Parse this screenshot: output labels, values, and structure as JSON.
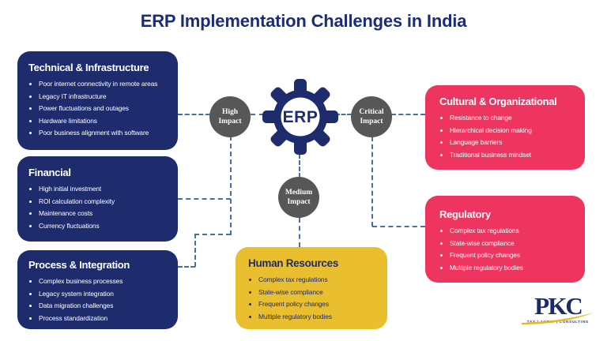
{
  "title": "ERP Implementation Challenges in India",
  "colors": {
    "navy_box": "#1e2c6e",
    "pink_box": "#ee3560",
    "yellow_box": "#e9be2f",
    "badge_gray": "#575757",
    "connector_blue": "#4a6fa5",
    "title_text": "#1b2d78",
    "logo_gold": "#e8b820"
  },
  "boxes": {
    "technical": {
      "title": "Technical & Infrastructure",
      "items": [
        "Poor internet connectivity in remote areas",
        "Legacy IT infrastructure",
        "Power fluctuations and outages",
        "Hardware limitations",
        "Poor business alignment with software"
      ]
    },
    "financial": {
      "title": "Financial",
      "items": [
        "High initial investment",
        "ROI calculation complexity",
        "Maintenance costs",
        "Currency fluctuations"
      ]
    },
    "process": {
      "title": "Process & Integration",
      "items": [
        "Complex business processes",
        "Legacy system integration",
        "Data migration challenges",
        "Process standardization"
      ]
    },
    "cultural": {
      "title": "Cultural & Organizational",
      "items": [
        "Resistance to change",
        "Hierarchical decision making",
        "Language barriers",
        "Traditional business mindset"
      ]
    },
    "regulatory": {
      "title": "Regulatory",
      "items": [
        "Complex tax regulations",
        "State-wise compliance",
        "Frequent policy changes",
        "Multiple regulatory bodies"
      ]
    },
    "human_resources": {
      "title": "Human Resources",
      "items": [
        "Complex tax regulations",
        "State-wise compliance",
        "Frequent policy changes",
        "Multiple regulatory bodies"
      ]
    }
  },
  "center": {
    "label": "ERP"
  },
  "badges": {
    "high": "High Impact",
    "critical": "Critical Impact",
    "medium": "Medium Impact"
  },
  "logo": {
    "text": "PKC",
    "tagline": "TAX | AUDIT | CONSULTING"
  }
}
